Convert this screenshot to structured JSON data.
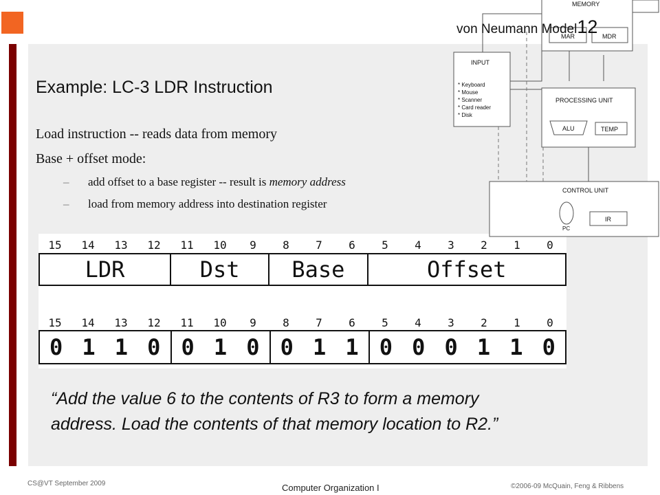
{
  "header": {
    "label": "von Neumann Model",
    "number": "12"
  },
  "title": "Example: LC-3 LDR Instruction",
  "bullets": [
    "Load instruction -- reads data from memory",
    "Base + offset mode:"
  ],
  "subbullets": [
    {
      "dash": "–",
      "text_before": "add offset to a base register -- result is ",
      "text_italic": "memory address"
    },
    {
      "dash": "–",
      "text": "load from memory address into destination register"
    }
  ],
  "bit_numbers": [
    "15",
    "14",
    "13",
    "12",
    "11",
    "10",
    "9",
    "8",
    "7",
    "6",
    "5",
    "4",
    "3",
    "2",
    "1",
    "0"
  ],
  "format_fields": [
    {
      "label": "LDR",
      "bits": 4
    },
    {
      "label": "Dst",
      "bits": 3
    },
    {
      "label": "Base",
      "bits": 3
    },
    {
      "label": "Offset",
      "bits": 6
    }
  ],
  "encoding": [
    "0",
    "1",
    "1",
    "0",
    "0",
    "1",
    "0",
    "0",
    "1",
    "1",
    "0",
    "0",
    "0",
    "1",
    "1",
    "0"
  ],
  "quote": "“Add the value 6 to the contents of R3 to form a memory address.  Load the contents of that memory location to R2.”",
  "diagram": {
    "memory": "MEMORY",
    "mar": "MAR",
    "mdr": "MDR",
    "input": "INPUT",
    "input_items": [
      "* Keyboard",
      "* Mouse",
      "* Scanner",
      "* Card reader",
      "* Disk"
    ],
    "processing_unit": "PROCESSING UNIT",
    "alu": "ALU",
    "temp": "TEMP",
    "control_unit": "CONTROL UNIT",
    "pc": "PC",
    "ir": "IR"
  },
  "footer": {
    "left": "CS@VT September 2009",
    "center": "Computer Organization I",
    "right": "©2006-09  McQuain, Feng & Ribbens"
  },
  "colors": {
    "accent_orange": "#f26522",
    "bar_red": "#7a0000",
    "panel_gray": "#eeeeee"
  }
}
